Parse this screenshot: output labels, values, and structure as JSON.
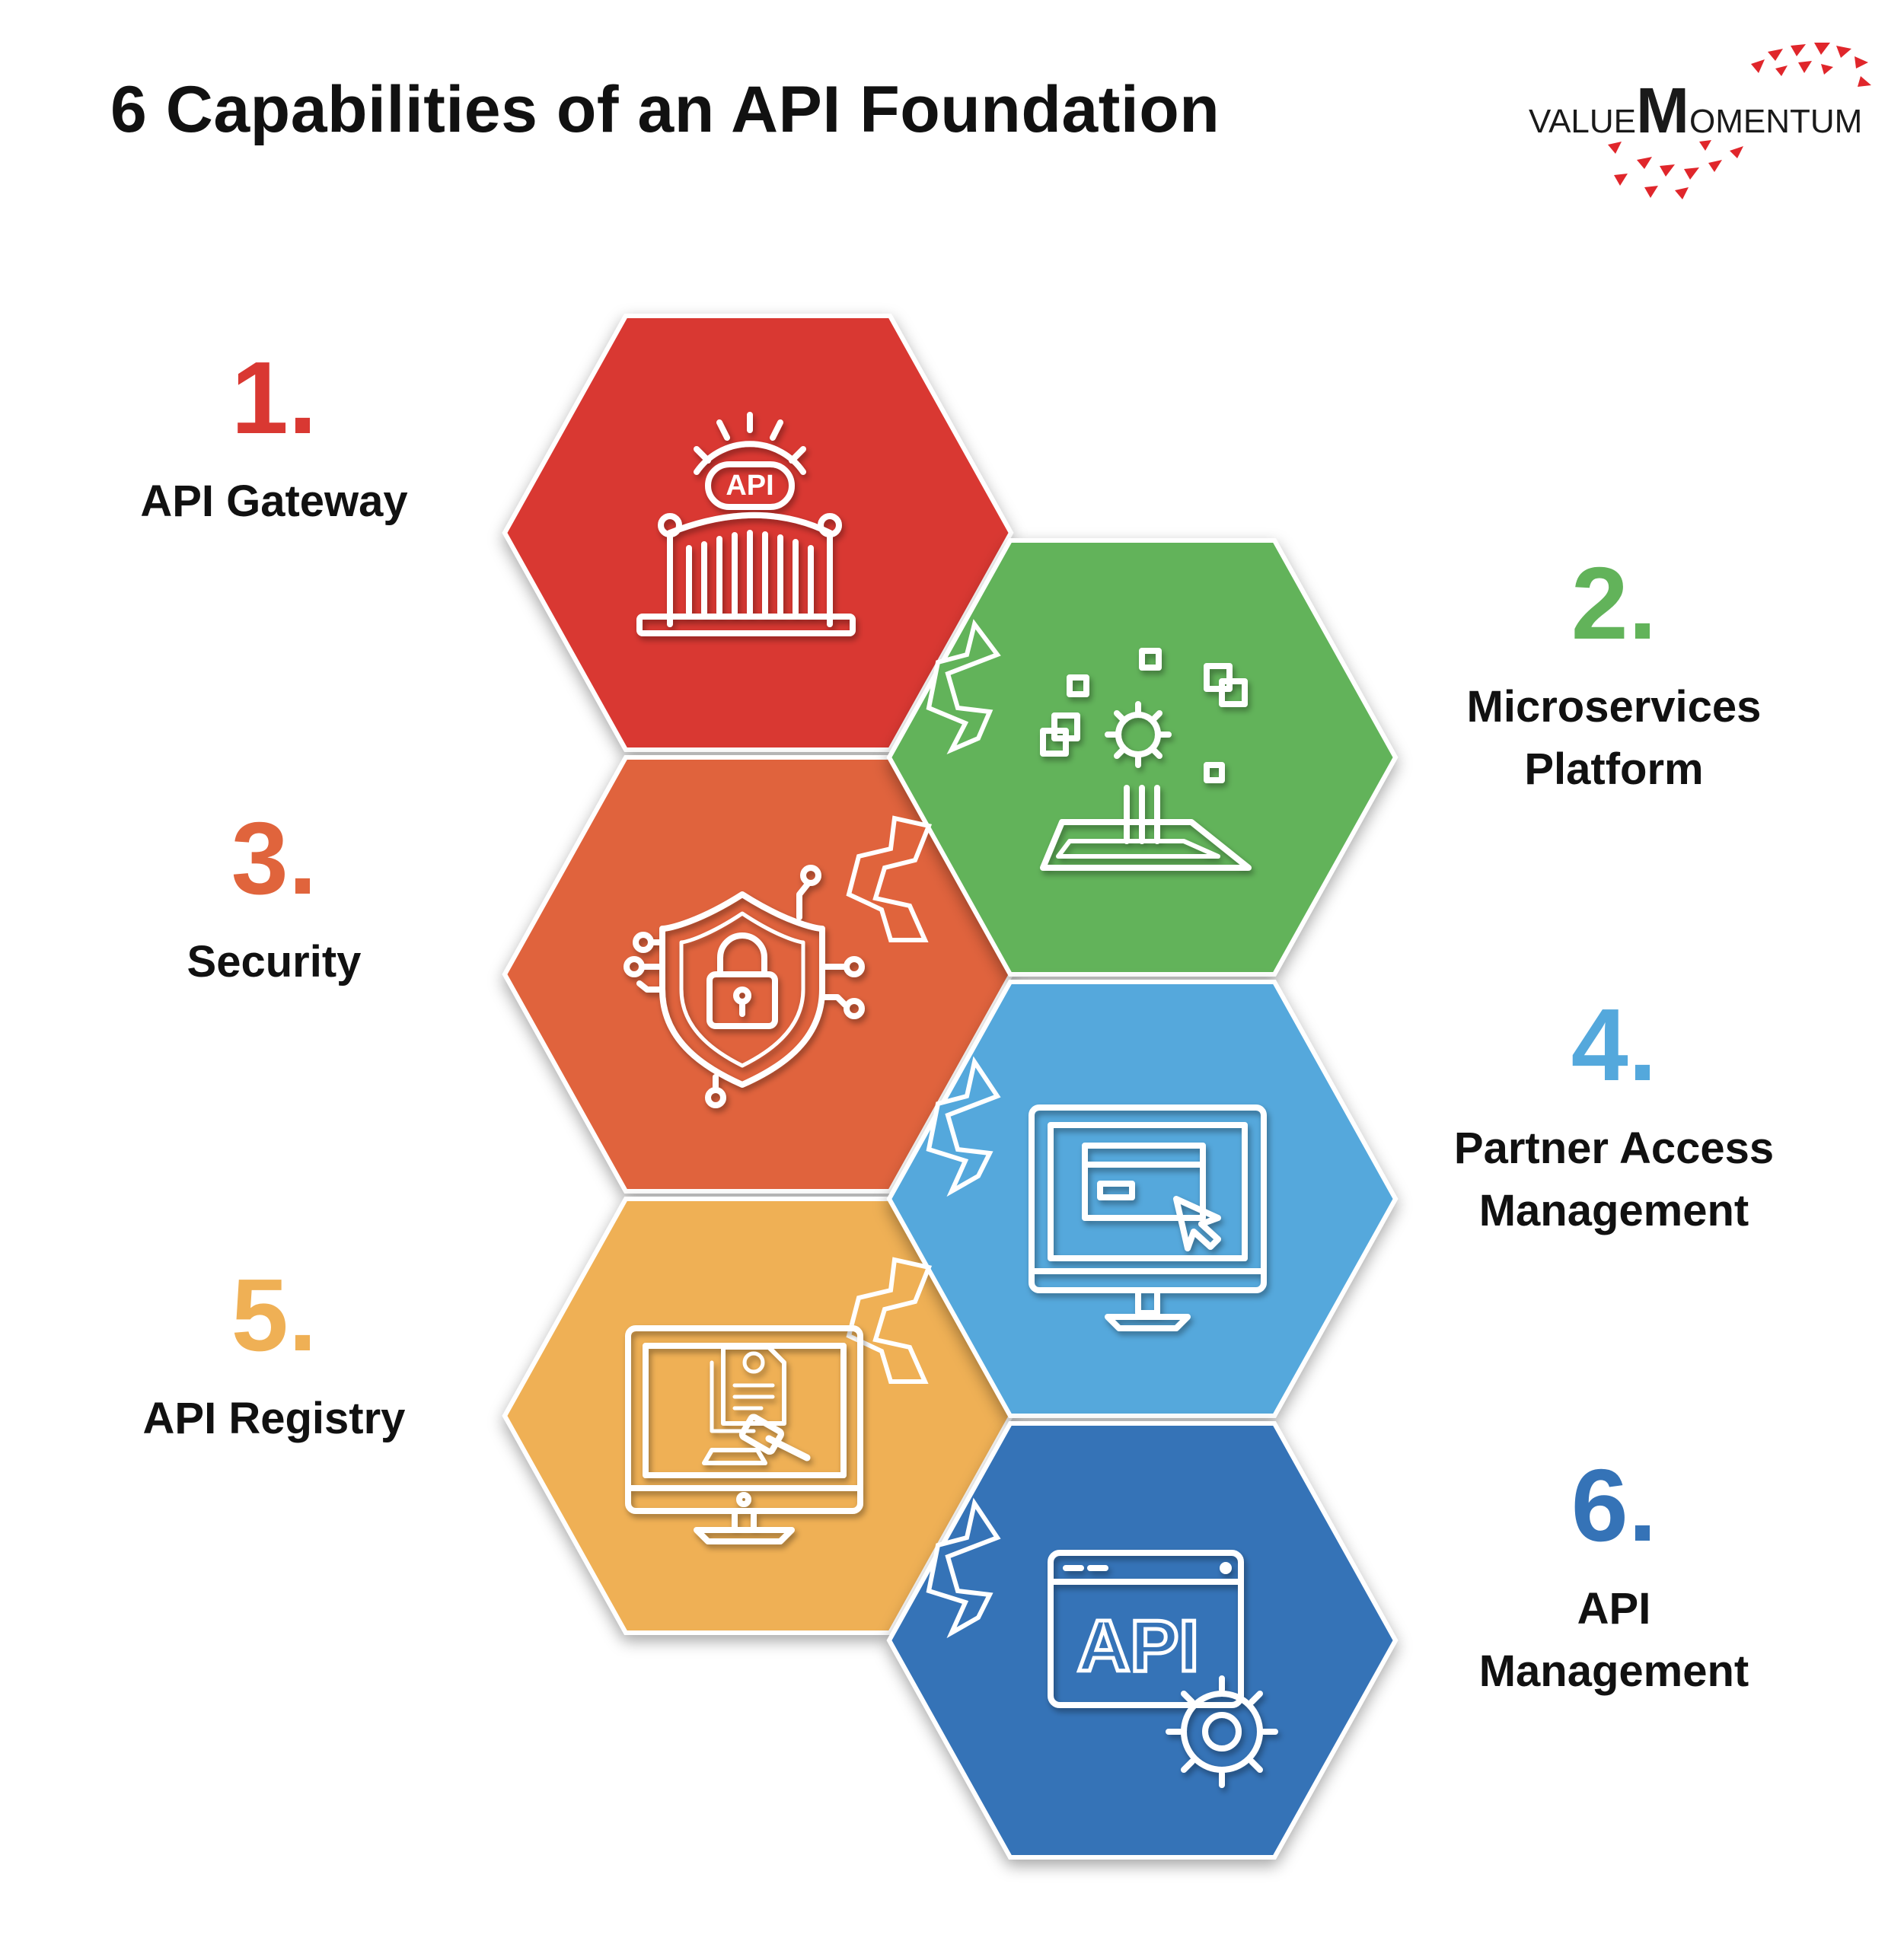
{
  "title": "6 Capabilities of an API Foundation",
  "logo": {
    "text_prefix": "VALUE",
    "text_big": "M",
    "text_suffix": "OMENTUM",
    "text_color": "#1a1a1a",
    "accent_color": "#e0262b"
  },
  "capabilities": [
    {
      "number": "1.",
      "title": "API Gateway",
      "title_lines": [
        "API Gateway"
      ],
      "color": "#d93832",
      "icon": "api-gateway-icon",
      "icon_text": "API"
    },
    {
      "number": "2.",
      "title": "Microservices Platform",
      "title_lines": [
        "Microservices",
        "Platform"
      ],
      "color": "#62b35a",
      "icon": "microservices-platform-icon"
    },
    {
      "number": "3.",
      "title": "Security",
      "title_lines": [
        "Security"
      ],
      "color": "#e0643c",
      "icon": "security-shield-lock-icon"
    },
    {
      "number": "4.",
      "title": "Partner Access Management",
      "title_lines": [
        "Partner Access",
        "Management"
      ],
      "color": "#54a8dc",
      "icon": "monitor-cursor-icon"
    },
    {
      "number": "5.",
      "title": "API Registry",
      "title_lines": [
        "API Registry"
      ],
      "color": "#efb055",
      "icon": "registry-document-gavel-icon"
    },
    {
      "number": "6.",
      "title": "API Management",
      "title_lines": [
        "API",
        "Management"
      ],
      "color": "#3573b7",
      "icon": "api-window-gear-icon",
      "icon_text": "API"
    }
  ]
}
